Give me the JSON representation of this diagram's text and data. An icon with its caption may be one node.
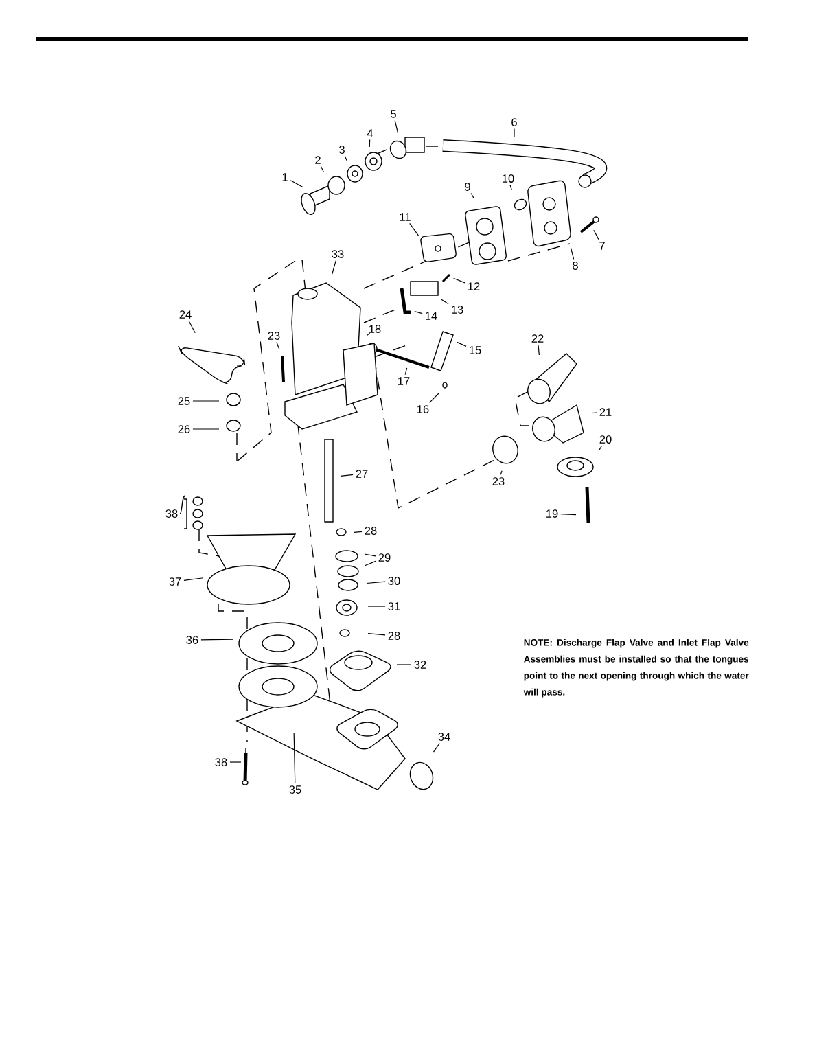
{
  "diagram": {
    "nodes": [
      {
        "text": [
          "1"
        ]
      },
      {
        "text": [
          "2"
        ]
      },
      {
        "text": [
          "3"
        ]
      },
      {
        "text": [
          "4"
        ]
      },
      {
        "text": [
          "5"
        ]
      },
      {
        "text": [
          "6"
        ]
      },
      {
        "text": [
          "7"
        ]
      },
      {
        "text": [
          "8"
        ]
      },
      {
        "text": [
          "9"
        ]
      },
      {
        "text": [
          "10"
        ]
      },
      {
        "text": [
          "11"
        ]
      },
      {
        "text": [
          "12"
        ]
      },
      {
        "text": [
          "13"
        ]
      },
      {
        "text": [
          "14"
        ]
      },
      {
        "text": [
          "15"
        ]
      },
      {
        "text": [
          "16"
        ]
      },
      {
        "text": [
          "17"
        ]
      },
      {
        "text": [
          "18"
        ]
      },
      {
        "text": [
          "19"
        ]
      },
      {
        "text": [
          "20"
        ]
      },
      {
        "text": [
          "21"
        ]
      },
      {
        "text": [
          "22"
        ]
      },
      {
        "text": [
          "23"
        ]
      },
      {
        "text": [
          "23"
        ]
      },
      {
        "text": [
          "24"
        ]
      },
      {
        "text": [
          "25"
        ]
      },
      {
        "text": [
          "26"
        ]
      },
      {
        "text": [
          "27"
        ]
      },
      {
        "text": [
          "28"
        ]
      },
      {
        "text": [
          "29"
        ]
      },
      {
        "text": [
          "30"
        ]
      },
      {
        "text": [
          "31"
        ]
      },
      {
        "text": [
          "28"
        ]
      },
      {
        "text": [
          "32"
        ]
      },
      {
        "text": [
          "33"
        ]
      },
      {
        "text": [
          "34"
        ]
      },
      {
        "text": [
          "35"
        ]
      },
      {
        "text": [
          "36"
        ]
      },
      {
        "text": [
          "37"
        ]
      },
      {
        "text": [
          "38"
        ]
      }
    ],
    "edges": [
      {
        "from": 0,
        "to": null,
        "arrow": "none"
      },
      {
        "from": 1,
        "to": null,
        "arrow": "none"
      },
      {
        "from": 2,
        "to": null,
        "arrow": "none"
      },
      {
        "from": 3,
        "to": null,
        "arrow": "none"
      },
      {
        "from": 4,
        "to": null,
        "arrow": "none"
      },
      {
        "from": 5,
        "to": null,
        "arrow": "none"
      },
      {
        "from": 6,
        "to": null,
        "arrow": "none"
      },
      {
        "from": 7,
        "to": null,
        "arrow": "none"
      },
      {
        "from": 8,
        "to": null,
        "arrow": "none"
      },
      {
        "from": 9,
        "to": null,
        "arrow": "none"
      },
      {
        "from": 10,
        "to": null,
        "arrow": "none"
      },
      {
        "from": 11,
        "to": null,
        "arrow": "none"
      },
      {
        "from": 12,
        "to": null,
        "arrow": "none"
      },
      {
        "from": 13,
        "to": null,
        "arrow": "none"
      },
      {
        "from": 14,
        "to": null,
        "arrow": "none"
      },
      {
        "from": 15,
        "to": null,
        "arrow": "none"
      },
      {
        "from": 16,
        "to": null,
        "arrow": "none"
      },
      {
        "from": 17,
        "to": null,
        "arrow": "none"
      },
      {
        "from": 18,
        "to": null,
        "arrow": "none"
      },
      {
        "from": 19,
        "to": null,
        "arrow": "none"
      },
      {
        "from": 20,
        "to": null,
        "arrow": "none"
      },
      {
        "from": 21,
        "to": null,
        "arrow": "none"
      },
      {
        "from": 22,
        "to": null,
        "arrow": "none"
      },
      {
        "from": 23,
        "to": null,
        "arrow": "none"
      },
      {
        "from": 24,
        "to": null,
        "arrow": "none"
      },
      {
        "from": 25,
        "to": null,
        "arrow": "none"
      },
      {
        "from": 26,
        "to": null,
        "arrow": "none"
      },
      {
        "from": 27,
        "to": null,
        "arrow": "none"
      },
      {
        "from": 28,
        "to": null,
        "arrow": "none"
      },
      {
        "from": 29,
        "to": null,
        "arrow": "none"
      },
      {
        "from": 29,
        "to": null,
        "arrow": "none"
      },
      {
        "from": 30,
        "to": null,
        "arrow": "none"
      },
      {
        "from": 31,
        "to": null,
        "arrow": "none"
      },
      {
        "from": 32,
        "to": null,
        "arrow": "none"
      },
      {
        "from": 33,
        "to": null,
        "arrow": "none"
      },
      {
        "from": 34,
        "to": null,
        "arrow": "none"
      },
      {
        "from": 35,
        "to": null,
        "arrow": "none"
      },
      {
        "from": 36,
        "to": null,
        "arrow": "none"
      },
      {
        "from": 37,
        "to": null,
        "arrow": "none"
      },
      {
        "from": 38,
        "to": null,
        "arrow": "none"
      },
      {
        "from": 39,
        "to": null,
        "arrow": "none"
      }
    ],
    "labels": [
      "38",
      "NOTE: Discharge Flap Valve and Inlet Flap Valve Assemblies must be installed so that the tongues point to the next opening through which the water will pass."
    ]
  }
}
